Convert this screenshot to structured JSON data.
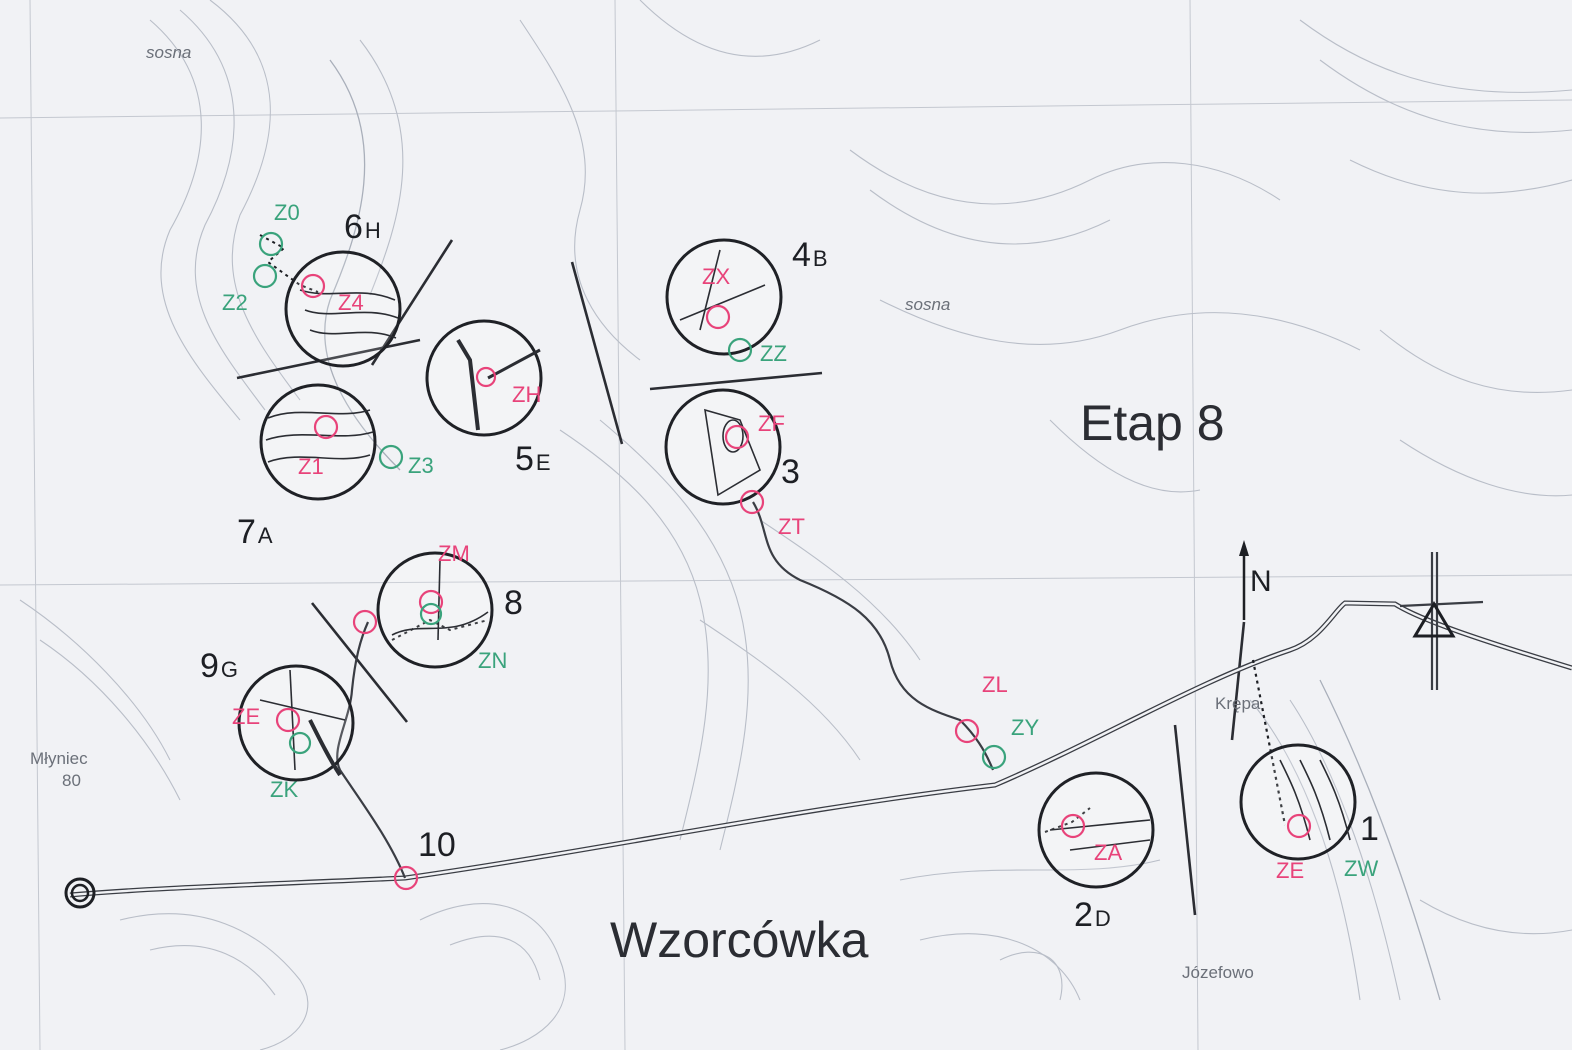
{
  "title": "Etap 8",
  "place_name": "Wzorcówka",
  "north_label": "N",
  "colors": {
    "control_code": "#e8437a",
    "decoy_code": "#3aa37c",
    "ink": "#1f2126",
    "map_base": "#f1f2f5",
    "contour": "#b9bec8"
  },
  "map_labels": {
    "village_left": "Młyniec",
    "village_left_elev": "80",
    "village_right": "Józefowo",
    "village_right2": "Krępa",
    "forest_1": "sosna",
    "forest_2": "sosna"
  },
  "controls": [
    {
      "num": "1",
      "letter": ""
    },
    {
      "num": "2",
      "letter": "D"
    },
    {
      "num": "3",
      "letter": ""
    },
    {
      "num": "4",
      "letter": "B"
    },
    {
      "num": "5",
      "letter": "E"
    },
    {
      "num": "6",
      "letter": "H"
    },
    {
      "num": "7",
      "letter": "A"
    },
    {
      "num": "8",
      "letter": ""
    },
    {
      "num": "9",
      "letter": "G"
    },
    {
      "num": "10",
      "letter": ""
    }
  ],
  "codes": {
    "z0": "Z0",
    "z2": "Z2",
    "z4": "Z4",
    "z1": "Z1",
    "z3": "Z3",
    "zh": "ZH",
    "zx": "ZX",
    "zz": "ZZ",
    "zf": "ZF",
    "zt": "ZT",
    "zm": "ZM",
    "zn": "ZN",
    "zl": "ZL",
    "zy": "ZY",
    "ze9": "ZE",
    "zk": "ZK",
    "za": "ZA",
    "ze1": "ZE",
    "zw": "ZW"
  }
}
